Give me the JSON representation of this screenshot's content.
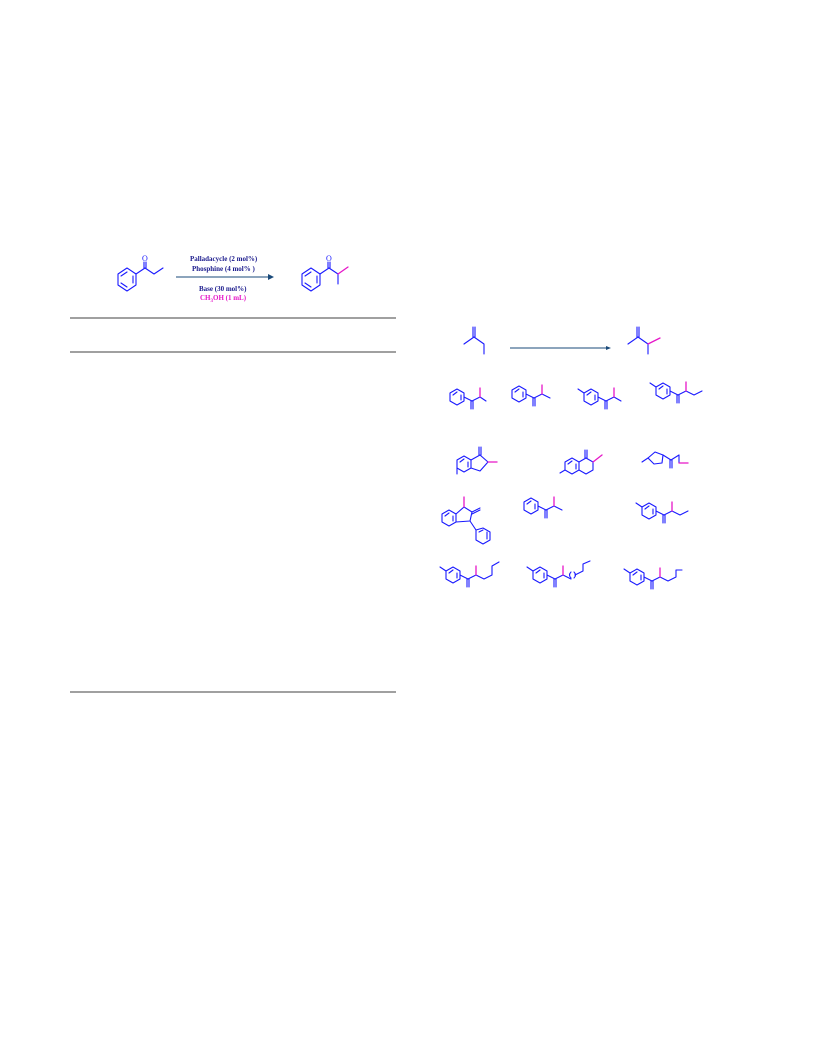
{
  "scheme": {
    "conditions": {
      "line1": "Palladacycle (2 mol%)",
      "line2": "Phosphine (4 mol% )",
      "line3": "Base (30 mol%)",
      "solvent_prefix": "CH",
      "solvent_sub": "3",
      "solvent_suffix": "OH (1 mL)"
    },
    "oxygen_label": "O"
  },
  "colors": {
    "structure": "#1a1aff",
    "methyl": "#e616c8",
    "condition_text": "#1a1a8c",
    "arrow": "#1a4a7a",
    "rule": "#000000"
  }
}
